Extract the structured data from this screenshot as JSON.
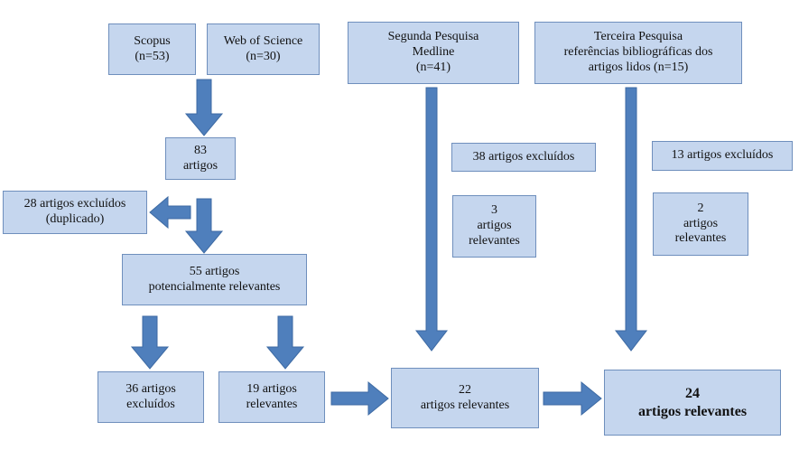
{
  "colors": {
    "box_fill": "#c5d6ee",
    "box_border": "#6f8fbd",
    "arrow_fill": "#4f7fbc",
    "arrow_stroke": "#3d6aa3"
  },
  "boxes": {
    "scopus": {
      "lines": [
        "Scopus",
        "(n=53)"
      ]
    },
    "wos": {
      "lines": [
        "Web of Science",
        "(n=30)"
      ]
    },
    "segunda": {
      "lines": [
        "Segunda Pesquisa",
        "Medline",
        "(n=41)"
      ]
    },
    "terceira": {
      "lines": [
        "Terceira Pesquisa",
        "referências bibliográficas dos",
        "artigos lidos (n=15)"
      ]
    },
    "b83": {
      "lines": [
        "83",
        "artigos"
      ]
    },
    "excl28": {
      "lines": [
        "28 artigos excluídos",
        "(duplicado)"
      ]
    },
    "excl38": {
      "lines": [
        "38 artigos excluídos"
      ]
    },
    "excl13": {
      "lines": [
        "13 artigos excluídos"
      ]
    },
    "rel3": {
      "lines": [
        "3",
        "artigos",
        "relevantes"
      ]
    },
    "rel2": {
      "lines": [
        "2",
        "artigos",
        "relevantes"
      ]
    },
    "pot55": {
      "lines": [
        "55 artigos",
        "potencialmente relevantes"
      ]
    },
    "excl36": {
      "lines": [
        "36 artigos",
        "excluídos"
      ]
    },
    "rel19": {
      "lines": [
        "19 artigos",
        "relevantes"
      ]
    },
    "rel22": {
      "lines": [
        "22",
        "artigos relevantes"
      ]
    },
    "rel24": {
      "lines": [
        "24",
        "artigos relevantes"
      ]
    }
  }
}
